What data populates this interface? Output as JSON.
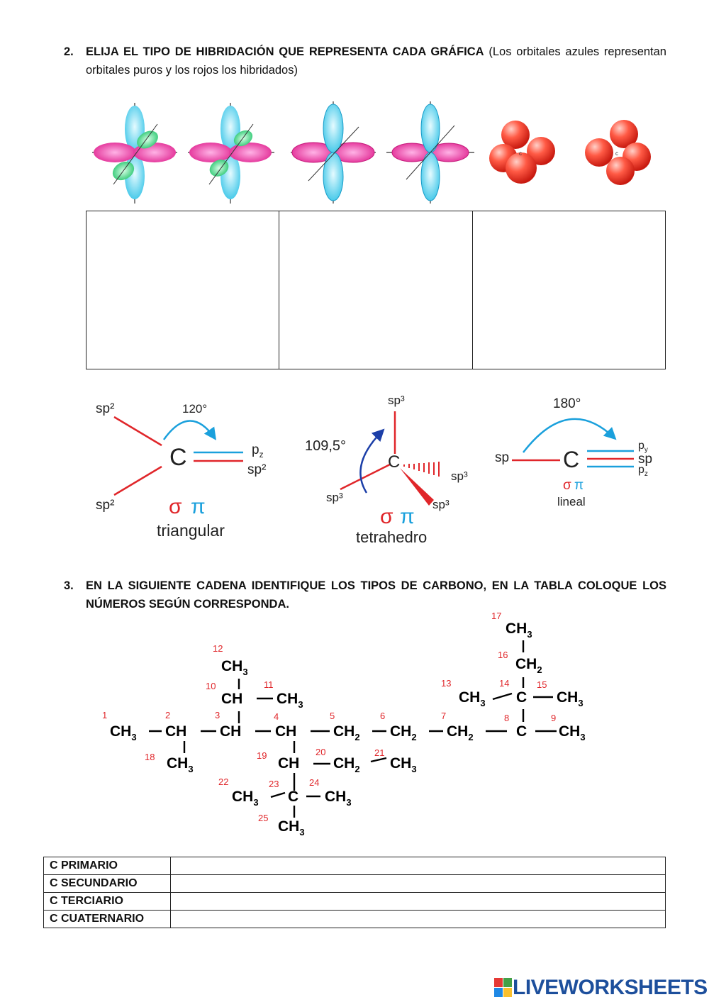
{
  "question2": {
    "number": "2.",
    "title": "ELIJA EL TIPO DE HIBRIDACIÓN QUE REPRESENTA CADA GRÁFICA",
    "note": "(Los orbitales azules representan orbitales puros y los rojos los hibridados)"
  },
  "geometry_diagrams": {
    "trigonal": {
      "sp2_top": "sp²",
      "sp2_bottom": "sp²",
      "angle": "120°",
      "carbon": "C",
      "pz": "p",
      "pz_sub": "z",
      "sp2_right": "sp²",
      "sigma": "σ",
      "pi": "π",
      "name": "triangular"
    },
    "tetrahedral": {
      "sp3_top": "sp³",
      "angle": "109,5°",
      "carbon": "C",
      "sp3_right": "sp³",
      "sp3_left": "sp³",
      "sp3_bottom": "sp³",
      "sigma": "σ",
      "pi": "π",
      "name": "tetrahedro"
    },
    "linear": {
      "angle": "180°",
      "sp_left": "sp",
      "carbon": "C",
      "py": "p",
      "py_sub": "y",
      "sp_right": "sp",
      "pz": "p",
      "pz_sub": "z",
      "sigma": "σ",
      "pi": "π",
      "name": "lineal"
    }
  },
  "question3": {
    "number": "3.",
    "title": "EN LA SIGUIENTE CADENA IDENTIFIQUE LOS TIPOS DE CARBONO, EN LA TABLA COLOQUE LOS NÚMEROS SEGÚN CORRESPONDA."
  },
  "carbon_table": {
    "rows": [
      "C PRIMARIO",
      "C SECUNDARIO",
      "C TERCIARIO",
      "C CUATERNARIO"
    ]
  },
  "logo": {
    "text": "LIVEWORKSHEETS"
  },
  "colors": {
    "hybrid_red": "#e0262a",
    "pure_blue": "#1aa0dc",
    "text": "#111111",
    "logo_blue": "#1d4f9c"
  }
}
